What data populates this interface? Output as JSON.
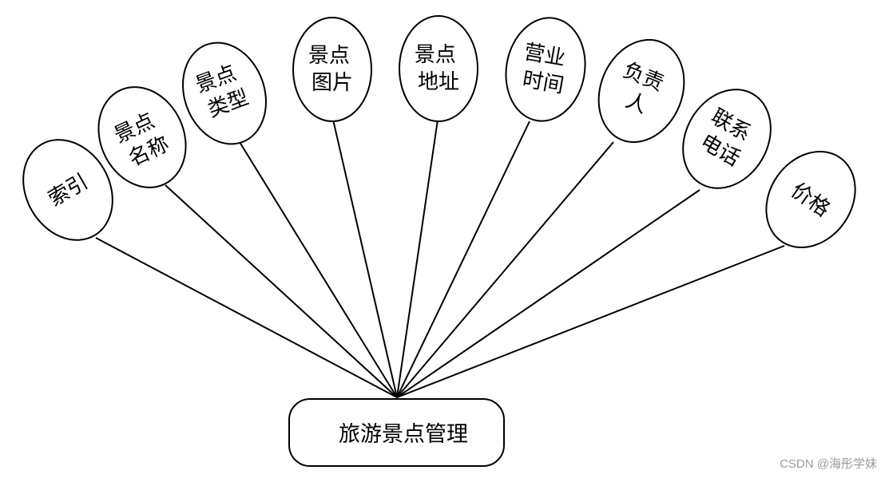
{
  "entity": {
    "label": "旅游景点管理"
  },
  "attributes": [
    {
      "id": "index",
      "lines": [
        "索引"
      ]
    },
    {
      "id": "name",
      "lines": [
        "景点",
        "名称"
      ]
    },
    {
      "id": "type",
      "lines": [
        "景点",
        "类型"
      ]
    },
    {
      "id": "image",
      "lines": [
        "景点",
        "图片"
      ]
    },
    {
      "id": "address",
      "lines": [
        "景点",
        "地址"
      ]
    },
    {
      "id": "hours",
      "lines": [
        "营业",
        "时间"
      ]
    },
    {
      "id": "manager",
      "lines": [
        "负责",
        "人"
      ]
    },
    {
      "id": "phone",
      "lines": [
        "联系",
        "电话"
      ]
    },
    {
      "id": "price",
      "lines": [
        "价格"
      ]
    }
  ],
  "watermark": "CSDN @海彤学妹"
}
